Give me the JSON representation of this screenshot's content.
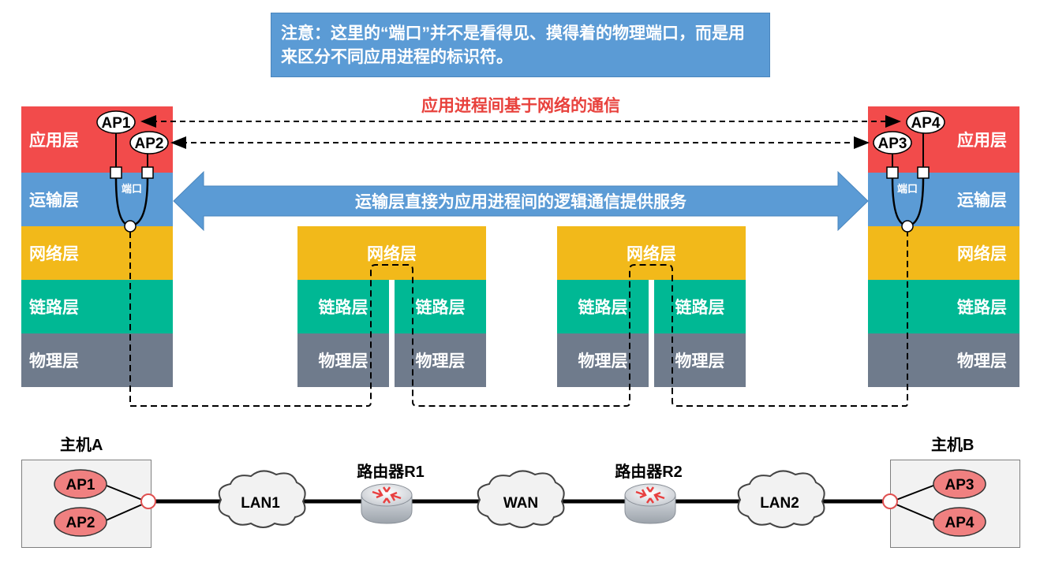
{
  "note": {
    "text": "注意：这里的“端口”并不是看得见、摸得着的物理端口，而是用来区分不同应用进程的标识符。"
  },
  "captions": {
    "app_comm": "应用进程间基于网络的通信",
    "transport_service": "运输层直接为应用进程间的逻辑通信提供服务"
  },
  "layers": {
    "application": "应用层",
    "transport": "运输层",
    "network": "网络层",
    "link": "链路层",
    "physical": "物理层"
  },
  "port_label": "端口",
  "processes": {
    "ap1": "AP1",
    "ap2": "AP2",
    "ap3": "AP3",
    "ap4": "AP4"
  },
  "hosts": {
    "a": "主机A",
    "b": "主机B"
  },
  "routers": {
    "r1": "路由器R1",
    "r2": "路由器R2"
  },
  "networks": {
    "lan1": "LAN1",
    "wan": "WAN",
    "lan2": "LAN2"
  },
  "colors": {
    "application": "#f24b4b",
    "transport": "#5b9bd5",
    "network": "#f2b91a",
    "link": "#00b894",
    "physical": "#6f7b8c",
    "caption_red": "#e8413c",
    "process_fill": "#f08080"
  }
}
